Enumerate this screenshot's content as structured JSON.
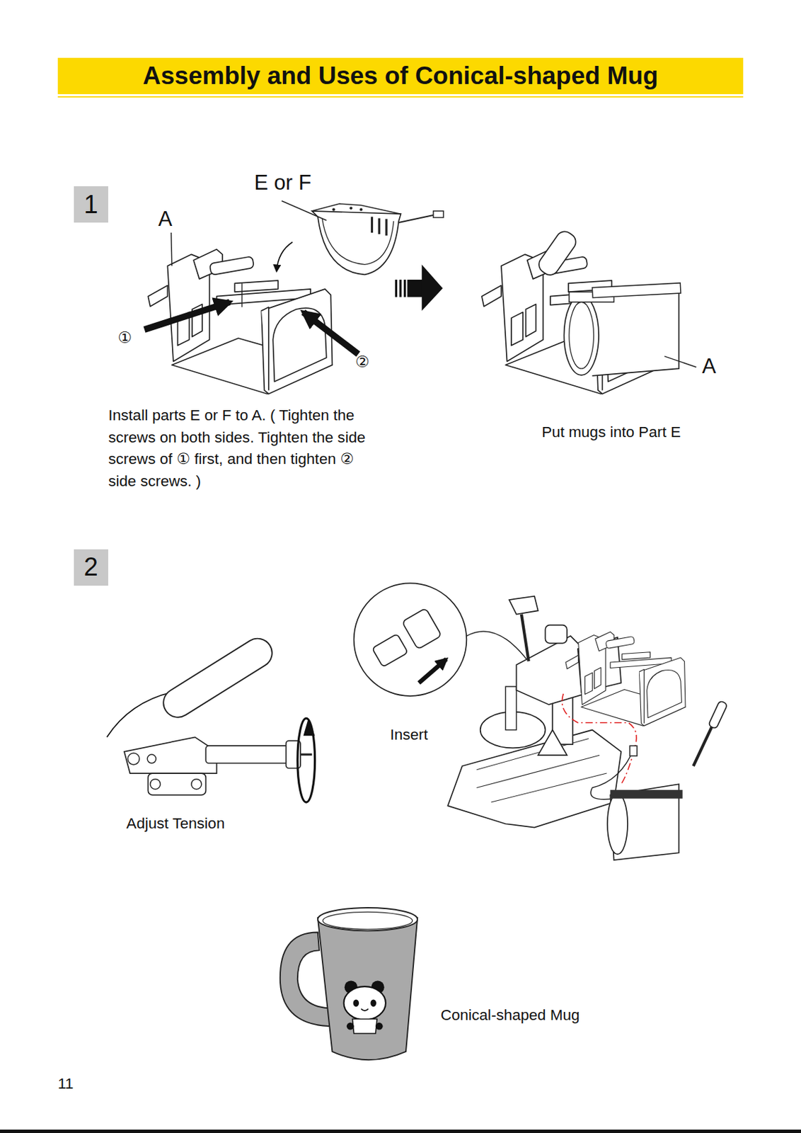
{
  "diagram": {
    "title": "Assembly and Uses of Conical-shaped Mug",
    "nodes": [
      {
        "text": [
          "1"
        ]
      },
      {
        "text": [
          "2"
        ]
      }
    ],
    "labels": [
      "E or F",
      "A",
      "①",
      "②",
      "A",
      "Install parts E or F to A. ( Tighten the screws on both sides. Tighten the side screws of ① first, and then tighten ② side screws. )",
      "Put mugs into Part E",
      "Adjust Tension",
      "Insert",
      "Conical-shaped Mug",
      "11"
    ]
  }
}
